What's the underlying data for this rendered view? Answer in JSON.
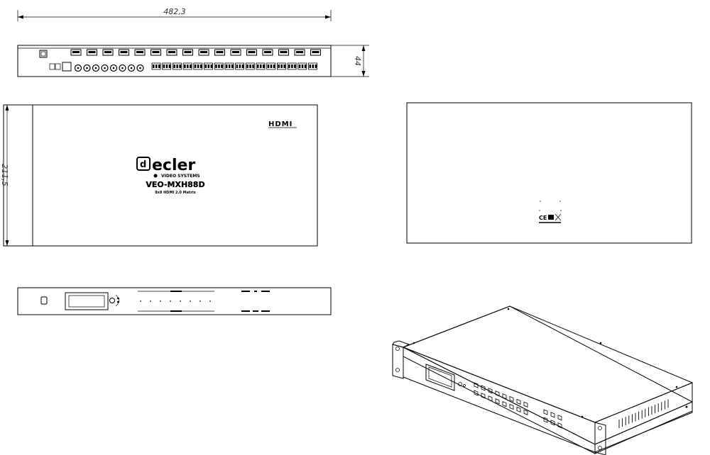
{
  "dimensions": {
    "width": "482,3",
    "height": "44",
    "depth": "211,5"
  },
  "top_view": {
    "logo_brand": "ecler",
    "logo_sub": "VIDEO SYSTEMS",
    "model": "VEO-MXH88D",
    "subtitle": "8x8 HDMI 2.0 Matrix",
    "hdmi_logo": "HDMI"
  },
  "icons": {
    "ce_mark": "ce-mark-icon",
    "weee": "weee-bin-icon"
  }
}
